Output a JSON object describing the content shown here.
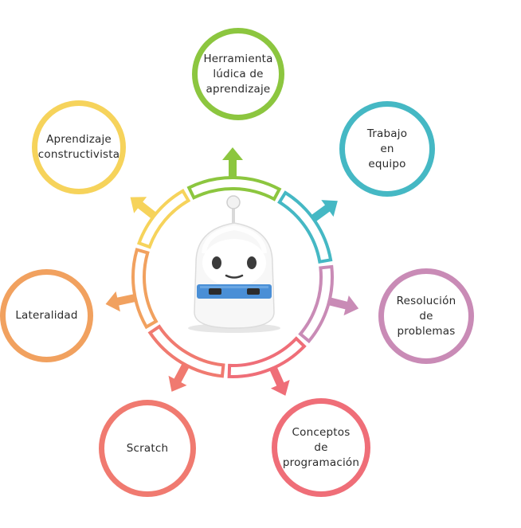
{
  "nodes": [
    {
      "id": "herramienta",
      "label": "Herramienta\nlúdica de\naprendizaje",
      "color": "#8cc63f"
    },
    {
      "id": "trabajo",
      "label": "Trabajo\nen\nequipo",
      "color": "#45b8c4"
    },
    {
      "id": "resolucion",
      "label": "Resolución\nde\nproblemas",
      "color": "#c98bb6"
    },
    {
      "id": "conceptos",
      "label": "Conceptos\nde\nprogramación",
      "color": "#ef6e78"
    },
    {
      "id": "scratch",
      "label": "Scratch",
      "color": "#f07a70"
    },
    {
      "id": "lateralidad",
      "label": "Lateralidad",
      "color": "#f1a15f"
    },
    {
      "id": "aprendizaje",
      "label": "Aprendizaje\nconstructivista",
      "color": "#f6d35b"
    }
  ],
  "robot": {
    "icon": "robot-icon",
    "accent": "#4a8fd6"
  }
}
